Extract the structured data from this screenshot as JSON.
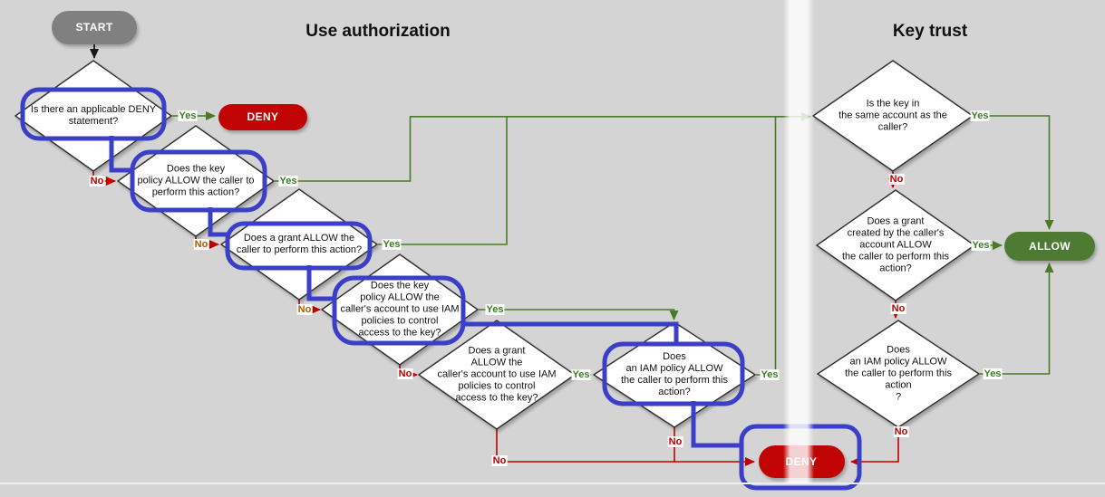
{
  "titles": {
    "left": "Use authorization",
    "right": "Key trust"
  },
  "labels": {
    "yes": "Yes",
    "no": "No"
  },
  "nodes": {
    "start": "START",
    "deny_top": "DENY",
    "deny_bottom": "DENY",
    "allow": "ALLOW",
    "q_deny_statement": "Is there an applicable DENY\nstatement?",
    "q_key_policy_caller": "Does the key\npolicy ALLOW the caller to\nperform this action?",
    "q_grant_caller": "Does a grant ALLOW the\ncaller to perform this action?",
    "q_key_policy_account": "Does the key\npolicy ALLOW the\ncaller's account to use IAM\npolicies to control\naccess to the key?",
    "q_grant_account": "Does a grant\nALLOW the\ncaller's account to use IAM\npolicies to control\naccess to the key?",
    "q_iam_policy_caller": "Does\nan IAM policy ALLOW\nthe caller to perform this\naction?",
    "q_same_account": "Is the key in\nthe same account as the\ncaller?",
    "q_grant_created_by_account": "Does a grant\ncreated by the caller's\naccount ALLOW\nthe caller to perform this\naction?",
    "q_iam_policy_trust": "Does\nan IAM policy ALLOW\nthe caller to perform this\naction\n?"
  },
  "colors": {
    "bg": "#d4d4d4",
    "diamond-border": "#2e2e2e",
    "green": "#4a7a28",
    "yes-green": "#3c7d21",
    "red": "#c00000",
    "orange": "#b25a00",
    "blue": "#3b3fc8",
    "gray-pill": "#808080",
    "red-pill": "#c00404",
    "green-pill": "#4e7b34",
    "separator": "#e9eff5"
  }
}
